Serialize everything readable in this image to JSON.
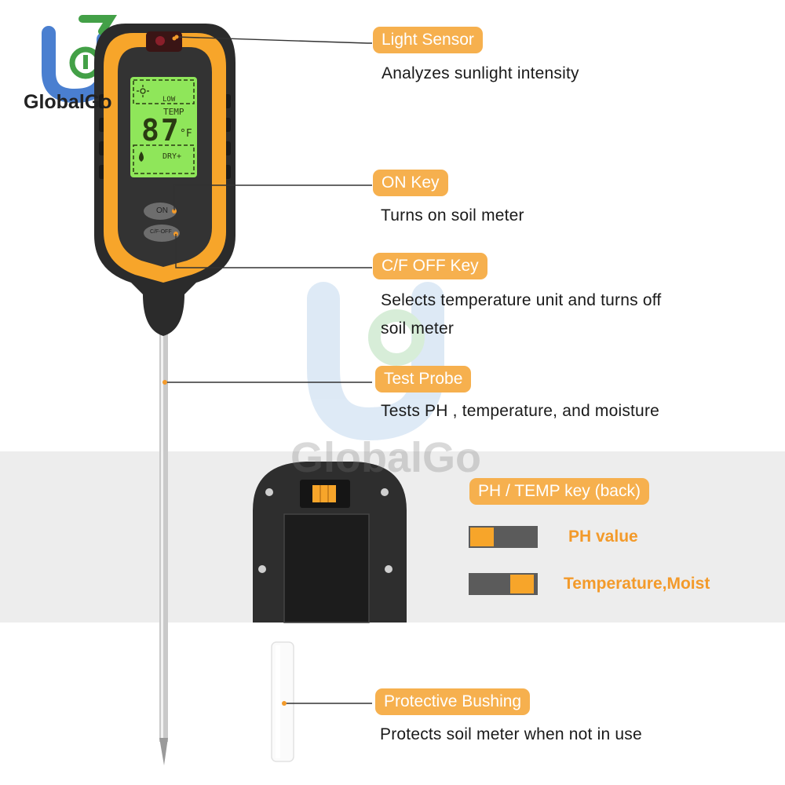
{
  "brand": {
    "name": "GlobalGo",
    "watermark": "GlobalGo"
  },
  "lcd": {
    "low": "LOW",
    "temp": "TEMP",
    "reading": "87",
    "unit": "°F",
    "dry": "DRY+"
  },
  "device_buttons": {
    "on": "ON",
    "cf_off": "C/F-OFF"
  },
  "callouts": [
    {
      "label": "Light Sensor",
      "description": "Analyzes sunlight intensity"
    },
    {
      "label": "ON Key",
      "description": "Turns on soil meter"
    },
    {
      "label": "C/F OFF Key",
      "description_lines": [
        "Selects temperature unit and turns off",
        "soil meter"
      ]
    },
    {
      "label": "Test Probe",
      "description": "Tests PH , temperature, and moisture"
    },
    {
      "label": "Protective Bushing",
      "description": "Protects soil meter when not in use"
    }
  ],
  "switch_section": {
    "label": "PH / TEMP key (back)",
    "options": [
      {
        "label": "PH value",
        "switch_position": "left"
      },
      {
        "label": "Temperature,Moist",
        "switch_position": "right"
      }
    ]
  },
  "colors": {
    "accent": "#f6b04e",
    "option_text": "#f39a2a",
    "body_orange": "#f7a52a",
    "lcd_green": "#8fe65a"
  },
  "icons": [
    "globalgo-logo-icon",
    "light-sensor-icon",
    "sun-icon",
    "water-drop-icon"
  ]
}
